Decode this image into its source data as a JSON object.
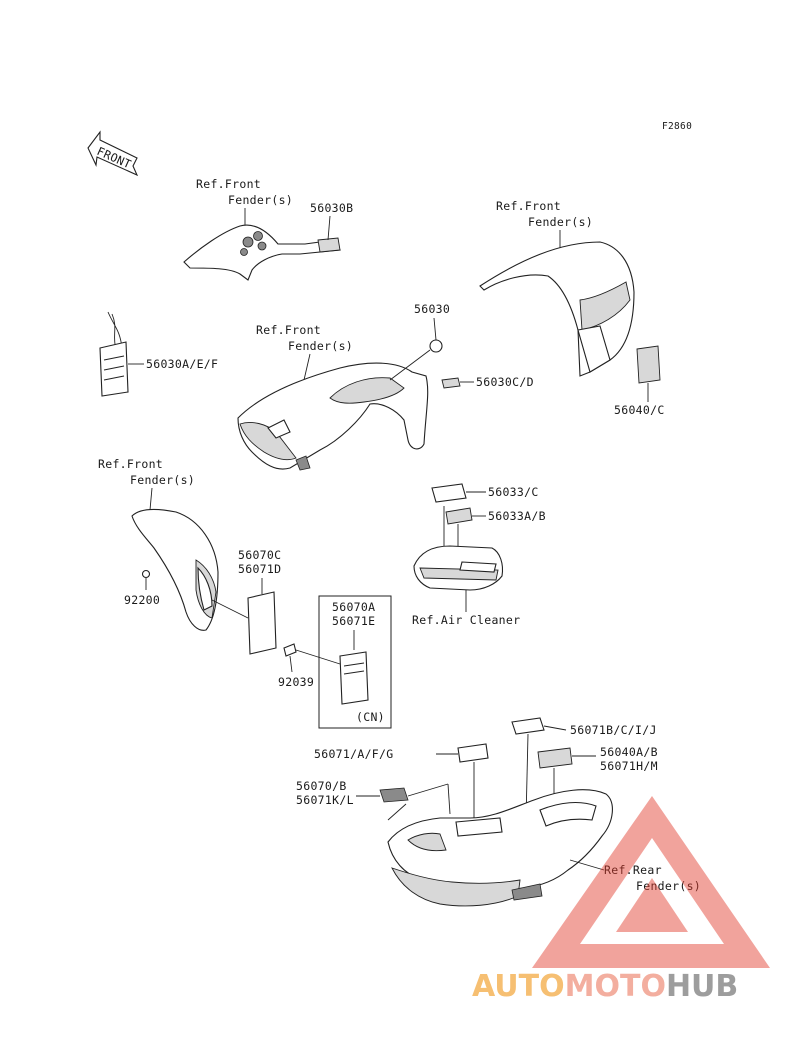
{
  "diagram_code": "F2860",
  "front_arrow_label": "FRONT",
  "callouts": {
    "ref_front_fender_1a": "Ref.Front",
    "ref_front_fender_1b": "Fender(s)",
    "ref_front_fender_2a": "Ref.Front",
    "ref_front_fender_2b": "Fender(s)",
    "ref_front_fender_3a": "Ref.Front",
    "ref_front_fender_3b": "Fender(s)",
    "ref_front_fender_4a": "Ref.Front",
    "ref_front_fender_4b": "Fender(s)",
    "ref_air_cleaner": "Ref.Air Cleaner",
    "ref_rear_fender_a": "Ref.Rear",
    "ref_rear_fender_b": "Fender(s)",
    "cn_note": "(CN)"
  },
  "parts": {
    "p56030B": "56030B",
    "p56030": "56030",
    "p56030AEF": "56030A/E/F",
    "p56030CD": "56030C/D",
    "p56040C": "56040/C",
    "p56033C": "56033/C",
    "p56033AB": "56033A/B",
    "p56070C": "56070C",
    "p56071D": "56071D",
    "p92200": "92200",
    "p56070A": "56070A",
    "p56071E": "56071E",
    "p92039": "92039",
    "p56071BCIJ": "56071B/C/I/J",
    "p56071AFG": "56071/A/F/G",
    "p56040AB": "56040A/B",
    "p56071HM": "56071H/M",
    "p56070B": "56070/B",
    "p56071KL": "56071K/L"
  },
  "watermark": {
    "part1": "AUTO",
    "part2": "MOTO",
    "part3": "HUB",
    "color_auto": "#f5b45a",
    "color_moto": "#f2a18f",
    "color_hub": "#8c8c8c",
    "triangle_color": "#e03a2a"
  }
}
